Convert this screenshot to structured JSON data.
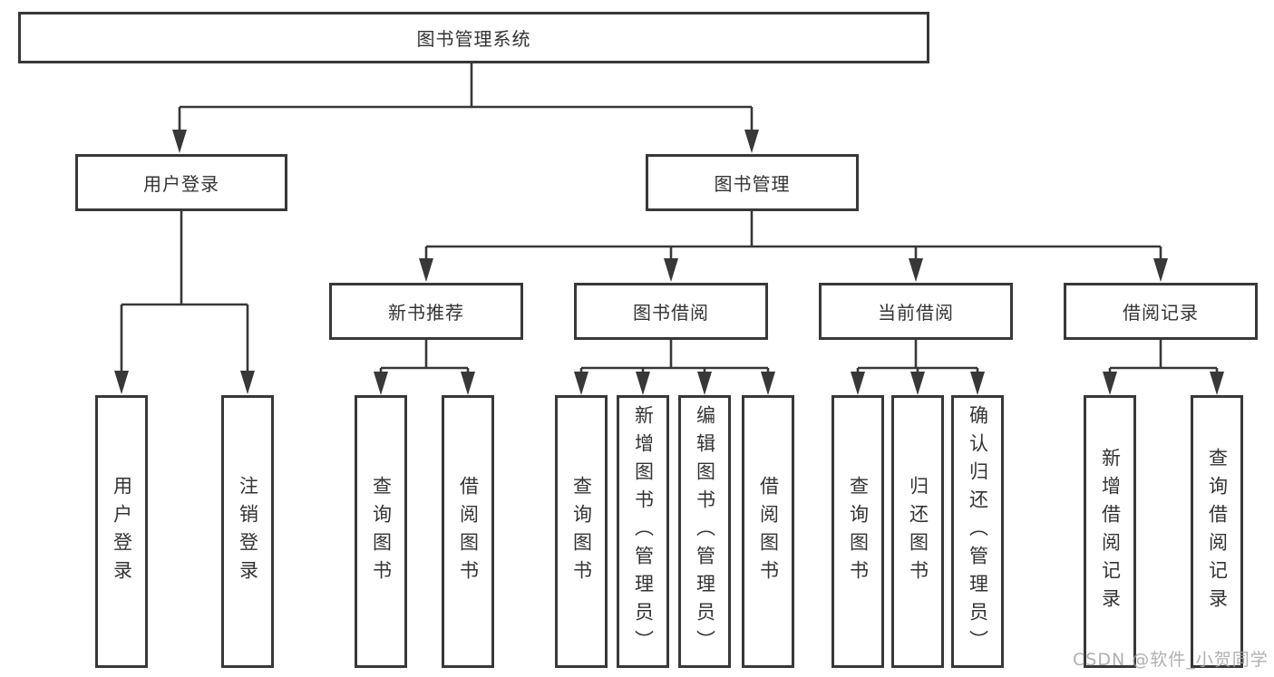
{
  "diagram": {
    "title_node": "图书管理系统",
    "level2": [
      {
        "label": "用户登录"
      },
      {
        "label": "图书管理"
      }
    ],
    "level3": [
      {
        "label": "新书推荐",
        "parent": "图书管理"
      },
      {
        "label": "图书借阅",
        "parent": "图书管理"
      },
      {
        "label": "当前借阅",
        "parent": "图书管理"
      },
      {
        "label": "借阅记录",
        "parent": "图书管理"
      }
    ],
    "leaves": [
      {
        "label": "用户登录",
        "parent": "用户登录"
      },
      {
        "label": "注销登录",
        "parent": "用户登录"
      },
      {
        "label": "查询图书",
        "parent": "新书推荐"
      },
      {
        "label": "借阅图书",
        "parent": "新书推荐"
      },
      {
        "label": "查询图书",
        "parent": "图书借阅"
      },
      {
        "label": "新增图书（管理员）",
        "parent": "图书借阅"
      },
      {
        "label": "编辑图书（管理员）",
        "parent": "图书借阅"
      },
      {
        "label": "借阅图书",
        "parent": "图书借阅"
      },
      {
        "label": "查询图书",
        "parent": "当前借阅"
      },
      {
        "label": "归还图书",
        "parent": "当前借阅"
      },
      {
        "label": "确认归还（管理员）",
        "parent": "当前借阅"
      },
      {
        "label": "新增借阅记录",
        "parent": "借阅记录"
      },
      {
        "label": "查询借阅记录",
        "parent": "借阅记录"
      }
    ]
  },
  "watermark": {
    "text": "CSDN @软件_小贺同学"
  },
  "colors": {
    "line": "#383838",
    "text": "#333333",
    "background": "#ffffff",
    "watermark": "#a5a5a5"
  }
}
